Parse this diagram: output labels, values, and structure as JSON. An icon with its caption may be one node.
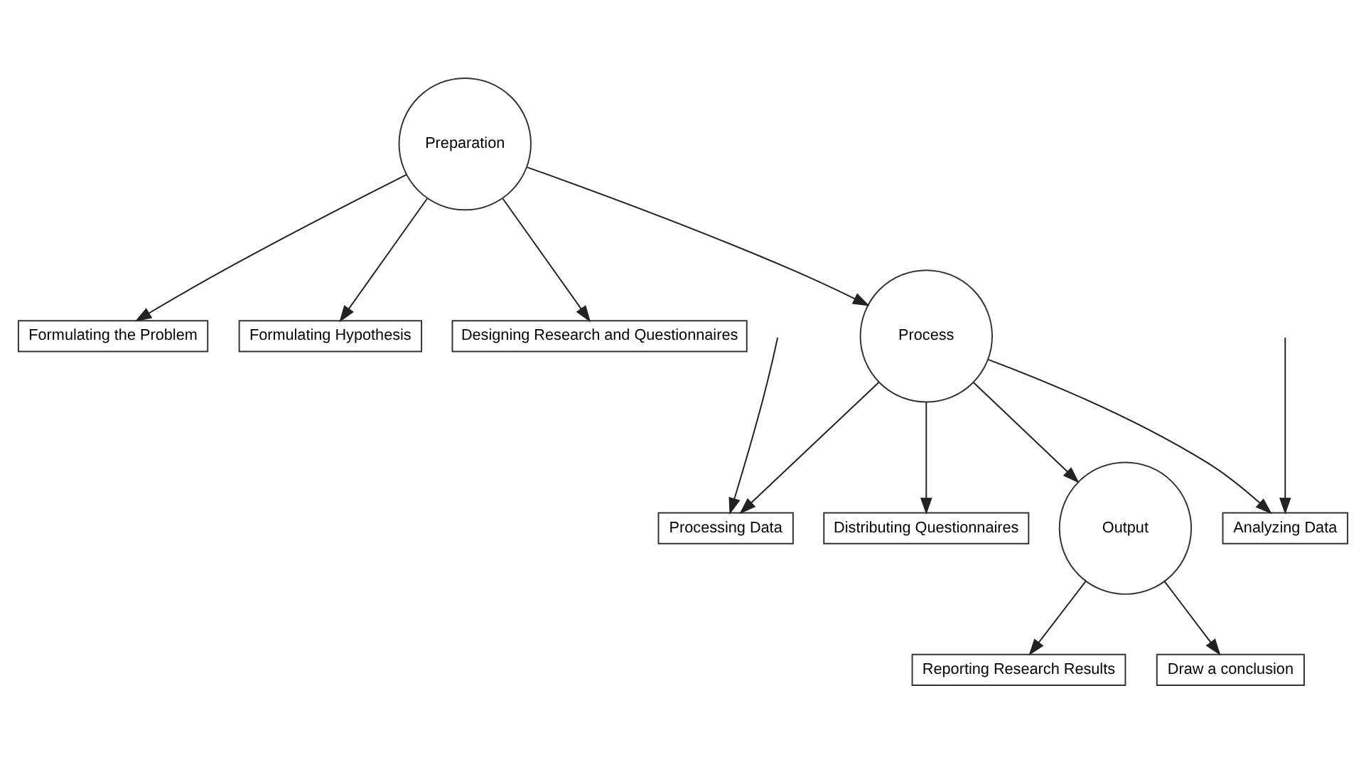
{
  "diagram": {
    "nodes": [
      {
        "text": [
          "Preparation"
        ]
      },
      {
        "text": [
          "Formulating the Problem"
        ]
      },
      {
        "text": [
          "Formulating Hypothesis"
        ]
      },
      {
        "text": [
          "Designing Research and Questionnaires"
        ]
      },
      {
        "text": [
          "Process"
        ]
      },
      {
        "text": [
          "Distributing Questionnaires"
        ]
      },
      {
        "text": [
          "Processing Data"
        ]
      },
      {
        "text": [
          "Analyzing Data"
        ]
      },
      {
        "text": [
          "Output"
        ]
      },
      {
        "text": [
          "Reporting Research Results"
        ]
      },
      {
        "text": [
          "Draw a conclusion"
        ]
      }
    ],
    "edges": [
      {
        "from": 0,
        "to": 1,
        "arrow": "to"
      },
      {
        "from": 0,
        "to": 2,
        "arrow": "to"
      },
      {
        "from": 0,
        "to": 3,
        "arrow": "to"
      },
      {
        "from": 0,
        "to": 4,
        "arrow": "to"
      },
      {
        "from": 4,
        "to": 5,
        "arrow": "to"
      },
      {
        "from": 4,
        "to": 6,
        "arrow": "to"
      },
      {
        "from": 4,
        "to": 7,
        "arrow": "to"
      },
      {
        "from": null,
        "to": 6,
        "arrow": "to"
      },
      {
        "from": null,
        "to": 7,
        "arrow": "to"
      },
      {
        "from": 4,
        "to": 8,
        "arrow": "to"
      },
      {
        "from": 8,
        "to": 9,
        "arrow": "to"
      },
      {
        "from": 8,
        "to": 10,
        "arrow": "to"
      }
    ]
  }
}
